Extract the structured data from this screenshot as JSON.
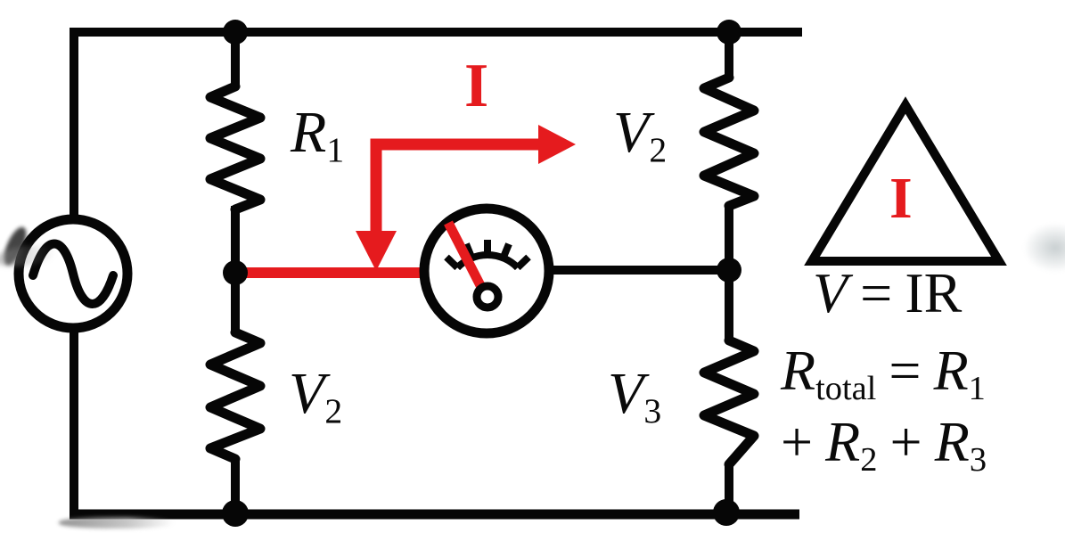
{
  "palette": {
    "wire_color": "#060606",
    "accent_red": "#e51b1e",
    "background": "#ffffff"
  },
  "circuit": {
    "components": {
      "source": "ac-voltage-source",
      "meter": "galvanometer",
      "resistor_count": 4
    },
    "labels": {
      "r1": {
        "base": "R",
        "sub": "1"
      },
      "v2_top": {
        "base": "V",
        "sub": "2"
      },
      "v2_bottom": {
        "base": "V",
        "sub": "2"
      },
      "v3": {
        "base": "V",
        "sub": "3"
      },
      "current_arrow": "I"
    }
  },
  "legend": {
    "triangle_symbol": "I",
    "ohms_law": {
      "lhs": "V",
      "eq": "=",
      "rhs": "IR"
    },
    "series_resistance": {
      "line1": {
        "r": "R",
        "r_sub": "total",
        "eq": "=",
        "t1": "R",
        "t1_sub": "1"
      },
      "line2": {
        "plus1": "+",
        "t2": "R",
        "t2_sub": "2",
        "plus2": "+",
        "t3": "R",
        "t3_sub": "3"
      }
    }
  }
}
